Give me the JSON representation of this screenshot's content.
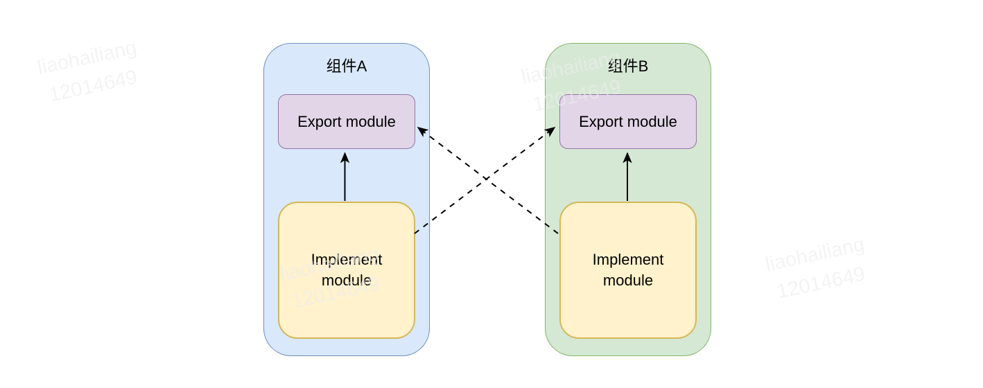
{
  "diagram": {
    "type": "component-dependency-diagram",
    "background": "#ffffff",
    "components": [
      {
        "title": "组件A",
        "fill": "#dae8fc",
        "stroke": "#6c8ebf",
        "modules": [
          {
            "label": "Export module",
            "fill": "#e1d5e7",
            "stroke": "#9673a6"
          },
          {
            "label": "Implement module",
            "fill": "#fff2cc",
            "stroke": "#d6b656"
          }
        ]
      },
      {
        "title": "组件B",
        "fill": "#d5e8d4",
        "stroke": "#82b366",
        "modules": [
          {
            "label": "Export module",
            "fill": "#e1d5e7",
            "stroke": "#9673a6"
          },
          {
            "label": "Implement module",
            "fill": "#fff2cc",
            "stroke": "#d6b656"
          }
        ]
      }
    ],
    "edges": [
      {
        "from": "组件A Implement module",
        "to": "组件A Export module",
        "style": "solid",
        "color": "#000000"
      },
      {
        "from": "组件B Implement module",
        "to": "组件B Export module",
        "style": "solid",
        "color": "#000000"
      },
      {
        "from": "组件A Implement module",
        "to": "组件B Export module",
        "style": "dashed",
        "color": "#000000"
      },
      {
        "from": "组件B Implement module",
        "to": "组件A Export module",
        "style": "dashed",
        "color": "#000000"
      }
    ]
  },
  "watermark": {
    "line1": "liaohailiang",
    "line2": "12014649",
    "color": "#ededed"
  }
}
